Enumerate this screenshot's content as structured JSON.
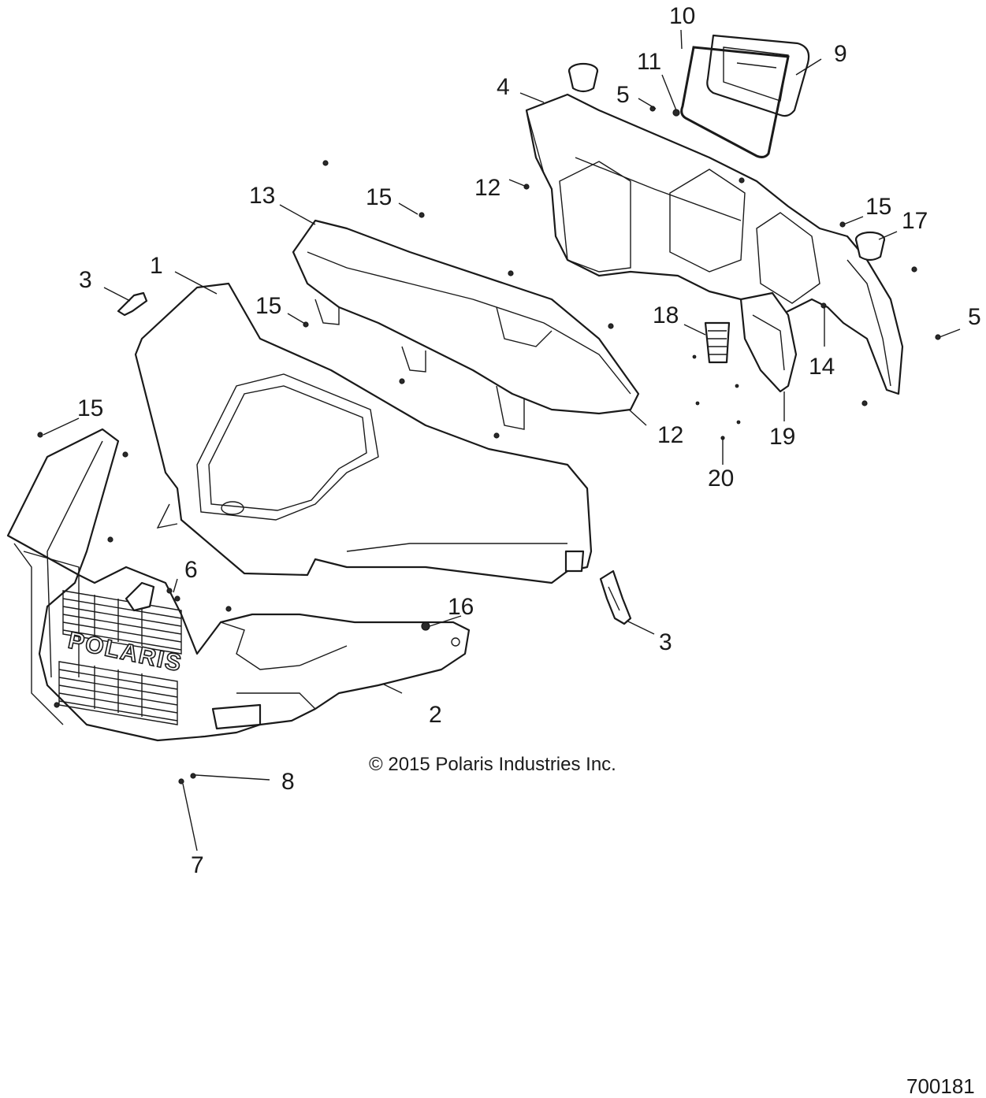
{
  "diagram": {
    "callouts": [
      {
        "id": "c1",
        "label": "1"
      },
      {
        "id": "c2",
        "label": "2"
      },
      {
        "id": "c3a",
        "label": "3"
      },
      {
        "id": "c3b",
        "label": "3"
      },
      {
        "id": "c4",
        "label": "4"
      },
      {
        "id": "c5a",
        "label": "5"
      },
      {
        "id": "c5b",
        "label": "5"
      },
      {
        "id": "c6",
        "label": "6"
      },
      {
        "id": "c7",
        "label": "7"
      },
      {
        "id": "c8",
        "label": "8"
      },
      {
        "id": "c9",
        "label": "9"
      },
      {
        "id": "c10",
        "label": "10"
      },
      {
        "id": "c11",
        "label": "11"
      },
      {
        "id": "c12a",
        "label": "12"
      },
      {
        "id": "c12b",
        "label": "12"
      },
      {
        "id": "c13",
        "label": "13"
      },
      {
        "id": "c14",
        "label": "14"
      },
      {
        "id": "c15a",
        "label": "15"
      },
      {
        "id": "c15b",
        "label": "15"
      },
      {
        "id": "c15c",
        "label": "15"
      },
      {
        "id": "c15d",
        "label": "15"
      },
      {
        "id": "c16",
        "label": "16"
      },
      {
        "id": "c17",
        "label": "17"
      },
      {
        "id": "c18",
        "label": "18"
      },
      {
        "id": "c19",
        "label": "19"
      },
      {
        "id": "c20",
        "label": "20"
      }
    ],
    "copyright": "© 2015 Polaris Industries Inc.",
    "figure_id": "700181",
    "logo_text": "POLARIS"
  }
}
